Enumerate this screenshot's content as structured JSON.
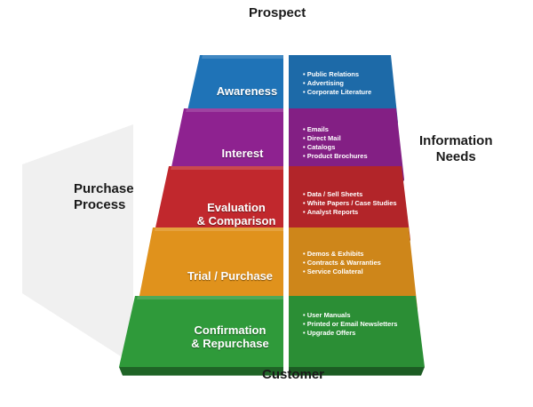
{
  "top_label": "Prospect",
  "bottom_label": "Customer",
  "left_label": "Purchase\nProcess",
  "right_label": "Information\nNeeds",
  "stages": [
    {
      "name": "Awareness",
      "color": "#1f73b7",
      "needs": [
        "Public Relations",
        "Advertising",
        "Corporate Literature"
      ]
    },
    {
      "name": "Interest",
      "color": "#8e2290",
      "needs": [
        "Emails",
        "Direct Mail",
        "Catalogs",
        "Product Brochures"
      ]
    },
    {
      "name": "Evaluation\n& Comparison",
      "color": "#c1282d",
      "needs": [
        "Data / Sell Sheets",
        "White Papers / Case Studies",
        "Analyst Reports"
      ]
    },
    {
      "name": "Trial / Purchase",
      "color": "#e0921c",
      "needs": [
        "Demos & Exhibits",
        "Contracts & Warranties",
        "Service Collateral"
      ]
    },
    {
      "name": "Confirmation\n& Repurchase",
      "color": "#2f9a3a",
      "needs": [
        "User Manuals",
        "Printed or Email Newsletters",
        "Upgrade Offers"
      ]
    }
  ]
}
